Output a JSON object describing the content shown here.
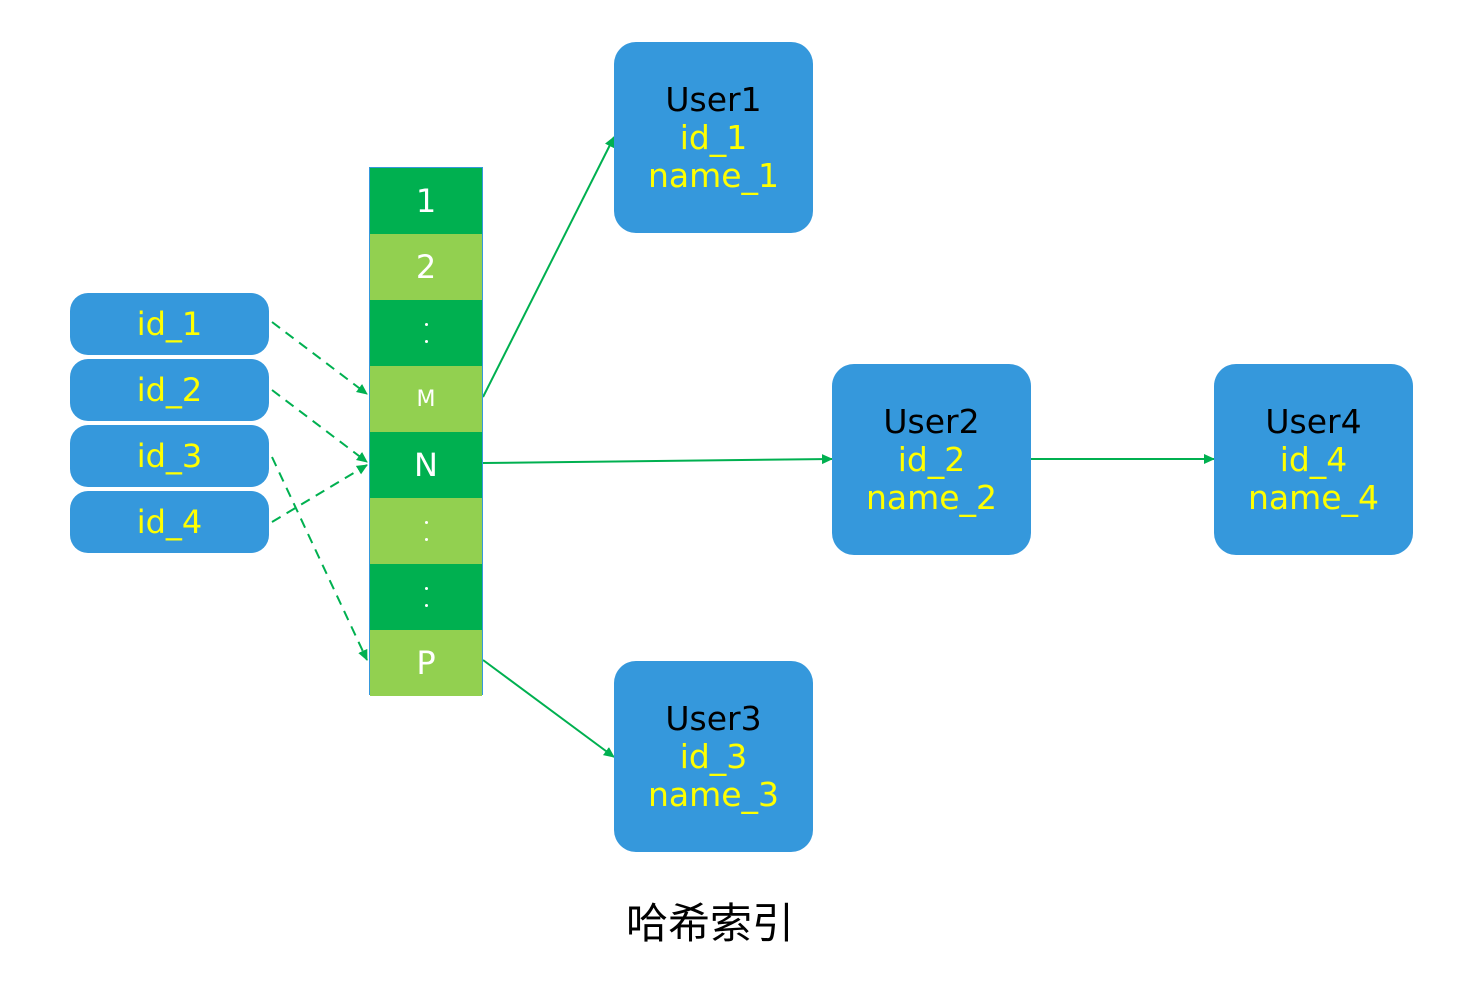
{
  "keys": [
    {
      "label": "id_1"
    },
    {
      "label": "id_2"
    },
    {
      "label": "id_3"
    },
    {
      "label": "id_4"
    }
  ],
  "buckets": [
    {
      "label": "1",
      "shade": "dark"
    },
    {
      "label": "2",
      "shade": "light"
    },
    {
      "label": ":",
      "shade": "dark"
    },
    {
      "label": "M",
      "shade": "light"
    },
    {
      "label": "N",
      "shade": "dark"
    },
    {
      "label": ":",
      "shade": "light"
    },
    {
      "label": ":",
      "shade": "dark"
    },
    {
      "label": "P",
      "shade": "light"
    }
  ],
  "users": {
    "user1": {
      "title": "User1",
      "id": "id_1",
      "name": "name_1"
    },
    "user2": {
      "title": "User2",
      "id": "id_2",
      "name": "name_2"
    },
    "user3": {
      "title": "User3",
      "id": "id_3",
      "name": "name_3"
    },
    "user4": {
      "title": "User4",
      "id": "id_4",
      "name": "name_4"
    }
  },
  "caption": "哈希索引",
  "colors": {
    "node_blue": "#3598dc",
    "bucket_dark": "#00b050",
    "bucket_light": "#92d050",
    "highlight_text": "#ffff00",
    "arrow": "#00b050"
  }
}
